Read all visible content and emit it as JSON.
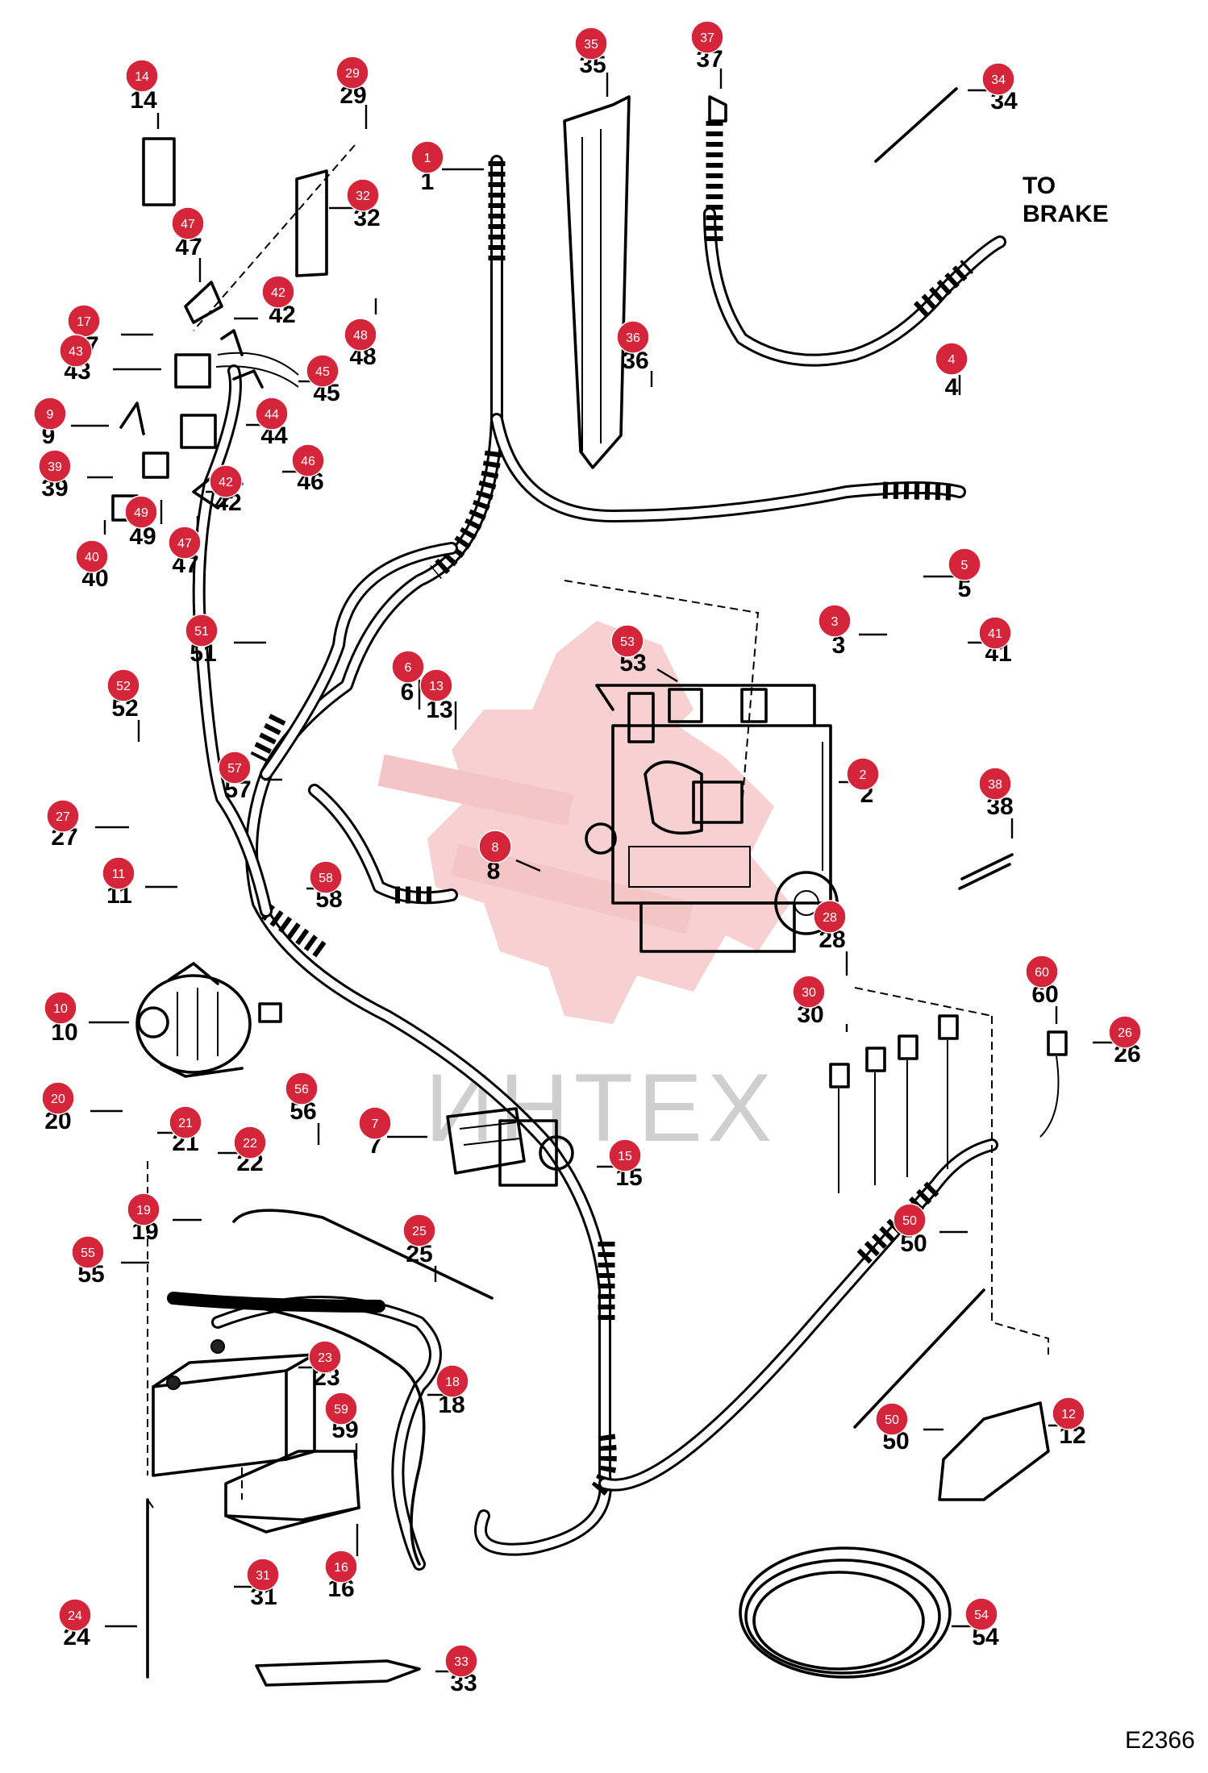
{
  "diagram": {
    "brake_note": [
      "TO",
      "BRAKE"
    ],
    "watermark": "ИНТЕХ",
    "figure_code": "E2366",
    "callouts": [
      {
        "n": "1",
        "label": "1"
      },
      {
        "n": "2",
        "label": "2"
      },
      {
        "n": "3",
        "label": "3"
      },
      {
        "n": "4",
        "label": "4"
      },
      {
        "n": "5",
        "label": "5"
      },
      {
        "n": "6",
        "label": "6"
      },
      {
        "n": "7",
        "label": "7"
      },
      {
        "n": "8",
        "label": "8"
      },
      {
        "n": "9",
        "label": "9"
      },
      {
        "n": "10",
        "label": "10"
      },
      {
        "n": "11",
        "label": "11"
      },
      {
        "n": "12",
        "label": "12"
      },
      {
        "n": "13",
        "label": "13"
      },
      {
        "n": "14",
        "label": "14"
      },
      {
        "n": "15",
        "label": "15"
      },
      {
        "n": "16",
        "label": "16"
      },
      {
        "n": "17",
        "label": "17"
      },
      {
        "n": "18",
        "label": "18"
      },
      {
        "n": "19",
        "label": "19"
      },
      {
        "n": "20",
        "label": "20"
      },
      {
        "n": "21",
        "label": "21"
      },
      {
        "n": "22",
        "label": "22"
      },
      {
        "n": "23",
        "label": "23"
      },
      {
        "n": "24",
        "label": "24"
      },
      {
        "n": "25",
        "label": "25"
      },
      {
        "n": "26",
        "label": "26"
      },
      {
        "n": "27",
        "label": "27"
      },
      {
        "n": "28",
        "label": "28"
      },
      {
        "n": "29",
        "label": "29"
      },
      {
        "n": "30",
        "label": "30"
      },
      {
        "n": "31",
        "label": "31"
      },
      {
        "n": "32",
        "label": "32"
      },
      {
        "n": "33",
        "label": "33"
      },
      {
        "n": "34",
        "label": "34"
      },
      {
        "n": "35",
        "label": "35"
      },
      {
        "n": "36",
        "label": "36"
      },
      {
        "n": "37",
        "label": "37"
      },
      {
        "n": "38",
        "label": "38"
      },
      {
        "n": "39",
        "label": "39"
      },
      {
        "n": "40",
        "label": "40"
      },
      {
        "n": "41",
        "label": "41"
      },
      {
        "n": "42",
        "label": "42"
      },
      {
        "n": "42b",
        "label": "42"
      },
      {
        "n": "43",
        "label": "43"
      },
      {
        "n": "44",
        "label": "44"
      },
      {
        "n": "45",
        "label": "45"
      },
      {
        "n": "46",
        "label": "46"
      },
      {
        "n": "47",
        "label": "47"
      },
      {
        "n": "47b",
        "label": "47"
      },
      {
        "n": "48",
        "label": "48"
      },
      {
        "n": "49",
        "label": "49"
      },
      {
        "n": "50",
        "label": "50"
      },
      {
        "n": "50b",
        "label": "50"
      },
      {
        "n": "51",
        "label": "51"
      },
      {
        "n": "52",
        "label": "52"
      },
      {
        "n": "53",
        "label": "53"
      },
      {
        "n": "54",
        "label": "54"
      },
      {
        "n": "55",
        "label": "55"
      },
      {
        "n": "56",
        "label": "56"
      },
      {
        "n": "57",
        "label": "57"
      },
      {
        "n": "58",
        "label": "58"
      },
      {
        "n": "59",
        "label": "59"
      },
      {
        "n": "60",
        "label": "60"
      }
    ],
    "colors": {
      "bubble": "#d4253a",
      "watermark_mark": "#f6c9c9",
      "watermark_text": "#cfcfcf",
      "ink": "#000000"
    }
  }
}
